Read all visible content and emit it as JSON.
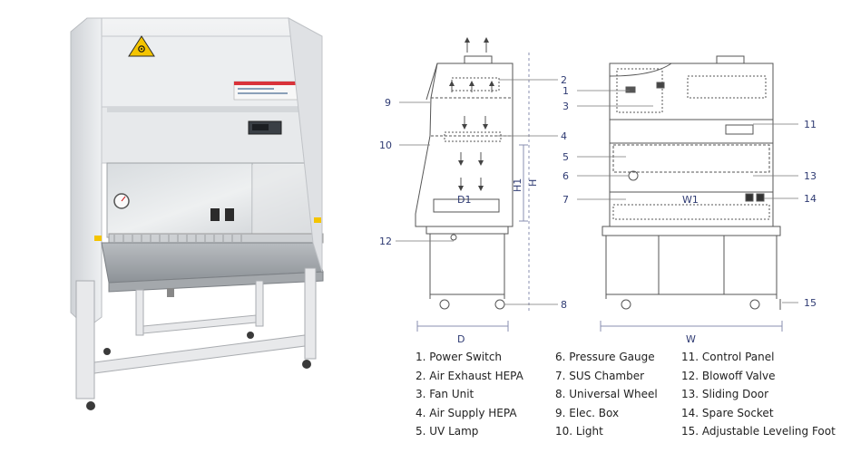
{
  "callouts": {
    "c1": "1",
    "c2": "2",
    "c3": "3",
    "c4": "4",
    "c5": "5",
    "c6": "6",
    "c7": "7",
    "c8": "8",
    "c9": "9",
    "c10": "10",
    "c11": "11",
    "c12": "12",
    "c13": "13",
    "c14": "14",
    "c15": "15"
  },
  "dimensions": {
    "D1": "D1",
    "D": "D",
    "H1": "H1",
    "H": "H",
    "W1": "W1",
    "W": "W"
  },
  "legend": {
    "col1": [
      "1. Power Switch",
      "2. Air Exhaust HEPA",
      "3. Fan Unit",
      "4. Air Supply HEPA",
      "5. UV Lamp"
    ],
    "col2": [
      "6. Pressure Gauge",
      "7. SUS Chamber",
      "8. Universal Wheel",
      "9. Elec. Box",
      "10. Light"
    ],
    "col3": [
      "11. Control Panel",
      "12. Blowoff Valve",
      "13. Sliding Door",
      "14. Spare Socket",
      "15. Adjustable Leveling Foot"
    ]
  },
  "colors": {
    "cabinet": "#e6e8ea",
    "line": "#5a5a5a",
    "accent_blue": "#2f3b73",
    "hazard_yellow": "#f4c400"
  },
  "icons": {
    "hazard": "biohazard-icon"
  }
}
